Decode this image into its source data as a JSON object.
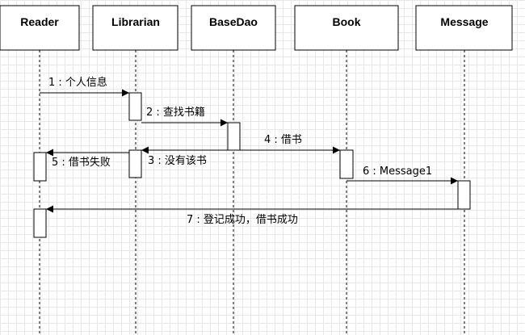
{
  "participants": [
    {
      "id": "reader",
      "name": "Reader"
    },
    {
      "id": "librarian",
      "name": "Librarian"
    },
    {
      "id": "basedao",
      "name": "BaseDao"
    },
    {
      "id": "book",
      "name": "Book"
    },
    {
      "id": "message",
      "name": "Message"
    }
  ],
  "messages": [
    {
      "from": "reader",
      "to": "librarian",
      "label": "1 : 个人信息"
    },
    {
      "from": "librarian",
      "to": "basedao",
      "label": "2 : 查找书籍"
    },
    {
      "from": "basedao",
      "to": "librarian",
      "label": "3 : 没有该书"
    },
    {
      "from": "basedao",
      "to": "book",
      "label": "4 : 借书"
    },
    {
      "from": "librarian",
      "to": "reader",
      "label": "5 : 借书失败"
    },
    {
      "from": "book",
      "to": "message",
      "label": "6 : Message1"
    },
    {
      "from": "message",
      "to": "reader",
      "label": "7 : 登记成功，借书成功"
    }
  ]
}
